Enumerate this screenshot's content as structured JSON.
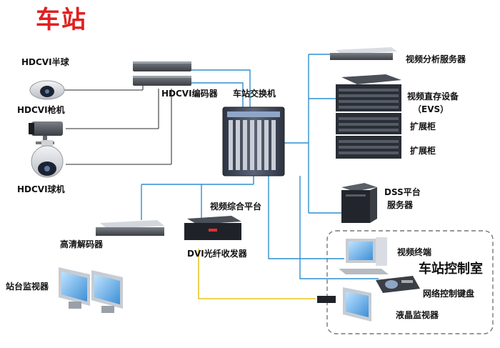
{
  "title": "车站",
  "devices": {
    "hdcvi_dome": "HDCVI半球",
    "hdcvi_bullet": "HDCVI枪机",
    "hdcvi_ptz": "HDCVI球机",
    "encoder": "HDCVI编码器",
    "switch": "车站交换机",
    "analysis_server": "视频分析服务器",
    "evs": "视频直存设备",
    "evs_sub": "（EVS）",
    "expansion_1": "扩展柜",
    "expansion_2": "扩展柜",
    "dss_server_1": "DSS平台",
    "dss_server_2": "服务器",
    "platform": "视频综合平台",
    "decoder": "高清解码器",
    "dvi_transceiver": "DVI光纤收发器",
    "station_monitor": "站台监视器",
    "video_terminal": "视频终端",
    "control_room": "车站控制室",
    "keyboard": "网络控制键盘",
    "lcd_monitor": "液晶监视器"
  },
  "colors": {
    "title": "#e02020",
    "network_line": "#2f8fd0",
    "coax_line": "#555555",
    "fiber_line": "#e8c21a",
    "room_border": "#777777"
  }
}
